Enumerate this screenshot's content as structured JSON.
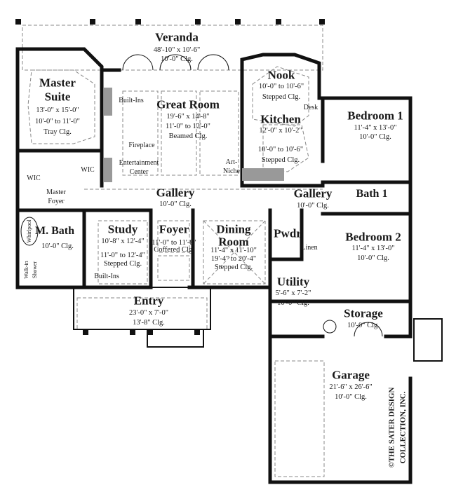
{
  "colors": {
    "wall": "#111111",
    "dashed": "#888888",
    "fill_gray": "#999999",
    "background": "#ffffff"
  },
  "rooms": {
    "veranda": {
      "name": "Veranda",
      "size": "48'-10\" x 10'-6\"",
      "ceiling": "10'-0\" Clg."
    },
    "master_suite": {
      "name1": "Master",
      "name2": "Suite",
      "size": "13'-0\" x 15'-0\"",
      "ceiling1": "10'-0\" to 11'-0\"",
      "ceiling2": "Tray Clg."
    },
    "great_room": {
      "name": "Great Room",
      "size": "19'-6\" x 14'-8\"",
      "ceiling1": "11'-0\" to 12'-0\"",
      "ceiling2": "Beamed Clg."
    },
    "nook": {
      "name": "Nook",
      "ceiling1": "10'-0\" to 10'-6\"",
      "ceiling2": "Stepped Clg."
    },
    "kitchen": {
      "name": "Kitchen",
      "size": "12'-0\" x 10'-2\"",
      "ceiling1": "10'-0\" to 10'-6\"",
      "ceiling2": "Stepped Clg."
    },
    "bedroom1": {
      "name": "Bedroom 1",
      "size": "11'-4\" x 13'-0\"",
      "ceiling": "10'-0\" Clg."
    },
    "bath1": {
      "name": "Bath 1"
    },
    "gallery_main": {
      "name": "Gallery",
      "ceiling": "10'-0\" Clg."
    },
    "gallery_right": {
      "name": "Gallery",
      "ceiling": "10'-0\" Clg."
    },
    "master_foyer": {
      "name1": "Master",
      "name2": "Foyer"
    },
    "m_bath": {
      "name": "M. Bath",
      "ceiling": "10'-0\" Clg."
    },
    "study": {
      "name": "Study",
      "size": "10'-8\" x 12'-4\"",
      "ceiling1": "11'-0\" to 12'-4\"",
      "ceiling2": "Stepped Clg."
    },
    "foyer": {
      "name": "Foyer",
      "ceiling1": "11'-0\" to 11'-8\"",
      "ceiling2": "Coffered Clg."
    },
    "dining": {
      "name1": "Dining",
      "name2": "Room",
      "size": "11'-4\" x 11'-10\"",
      "ceiling1": "19'-4\" to 20'-4\"",
      "ceiling2": "Stepped Clg."
    },
    "pwdr": {
      "name": "Pwdr"
    },
    "bedroom2": {
      "name": "Bedroom 2",
      "size": "11'-4\" x 13'-0\"",
      "ceiling": "10'-0\" Clg."
    },
    "utility": {
      "name": "Utility",
      "size": "5'-6\" x 7'-2\"",
      "ceiling": "10'-0\" Clg."
    },
    "storage": {
      "name": "Storage",
      "ceiling": "10'-0\" Clg."
    },
    "entry": {
      "name": "Entry",
      "size": "23'-0\" x 7'-0\"",
      "ceiling": "13'-8\" Clg."
    },
    "garage": {
      "name": "Garage",
      "size": "21'-6\" x 26'-6\"",
      "ceiling": "10'-0\" Clg."
    }
  },
  "features": {
    "built_ins_great": "Built-Ins",
    "fireplace": "Fireplace",
    "entertainment1": "Entertainment",
    "entertainment2": "Center",
    "art1": "Art-",
    "art2": "Niche",
    "desk": "Desk",
    "wic_left": "WIC",
    "wic_right": "WIC",
    "whirlpool": "Whirlpool",
    "walk_in1": "Walk-in",
    "walk_in2": "Shower",
    "built_ins_study": "Built-Ins",
    "linen": "Linen"
  },
  "copyright": {
    "line1": "©THE SATER DESIGN",
    "line2": "COLLECTION, INC."
  }
}
